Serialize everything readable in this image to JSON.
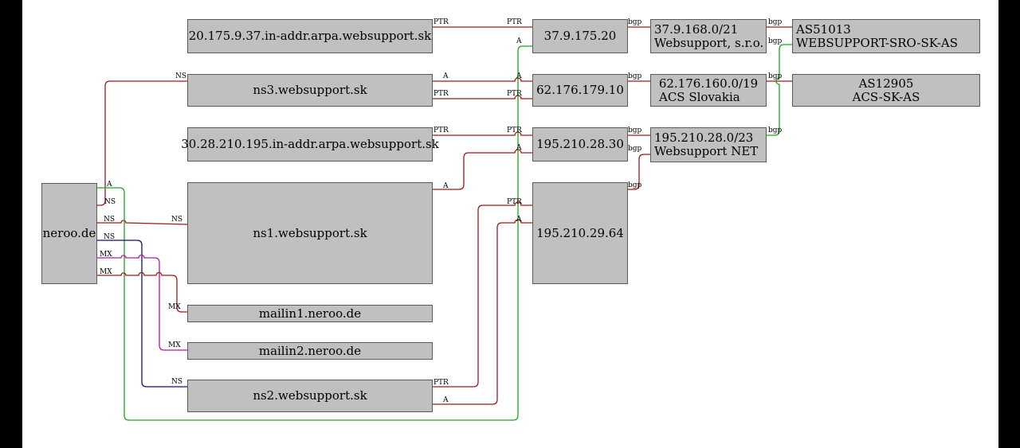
{
  "colors": {
    "background": "#ffffff",
    "frame": "#000000",
    "node_fill": "#c0bfc1",
    "node_border": "#5a5a5a",
    "edge_red": "#a01818",
    "edge_green": "#1aa81a",
    "edge_blue": "#101070",
    "edge_magenta": "#b018a0"
  },
  "nodes": {
    "neroo": {
      "label": "neroo.de"
    },
    "ptr_20": {
      "label": "20.175.9.37.in-addr.arpa.websupport.sk"
    },
    "ns3": {
      "label": "ns3.websupport.sk"
    },
    "ptr_30": {
      "label": "30.28.210.195.in-addr.arpa.websupport.sk"
    },
    "ns1": {
      "label": "ns1.websupport.sk"
    },
    "mailin1": {
      "label": "mailin1.neroo.de"
    },
    "mailin2": {
      "label": "mailin2.neroo.de"
    },
    "ns2": {
      "label": "ns2.websupport.sk"
    },
    "ip_37": {
      "label": "37.9.175.20"
    },
    "ip_62": {
      "label": "62.176.179.10"
    },
    "ip_195_30": {
      "label": "195.210.28.30"
    },
    "ip_195_64": {
      "label": "195.210.29.64"
    },
    "net_37": {
      "line1": "37.9.168.0/21",
      "line2": "Websupport, s.r.o."
    },
    "net_62": {
      "line1": "62.176.160.0/19",
      "line2": "ACS Slovakia"
    },
    "net_195": {
      "line1": "195.210.28.0/23",
      "line2": "Websupport NET"
    },
    "as51013": {
      "line1": "AS51013",
      "line2": "WEBSUPPORT-SRO-SK-AS"
    },
    "as12905": {
      "line1": "AS12905",
      "line2": "ACS-SK-AS"
    }
  },
  "edge_labels": {
    "ns": "NS",
    "a": "A",
    "ptr": "PTR",
    "mx": "MX",
    "bgp": "bgp"
  }
}
